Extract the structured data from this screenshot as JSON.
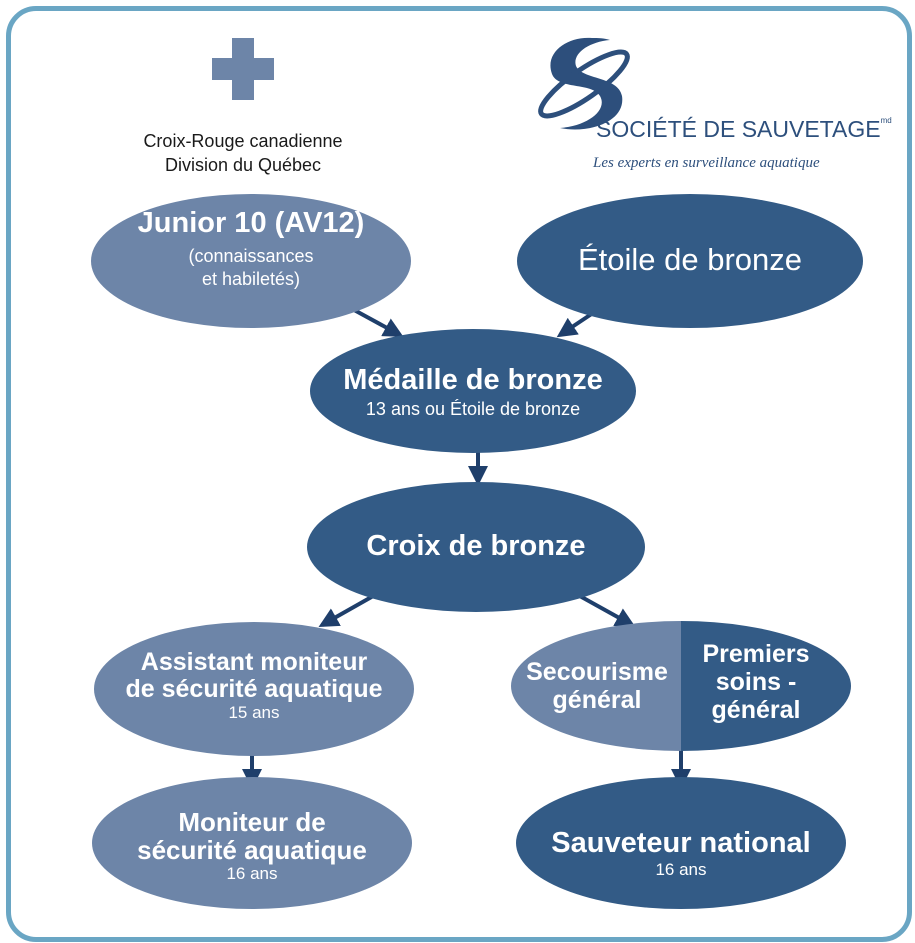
{
  "logos": {
    "red_cross": {
      "icon": "red-cross-icon",
      "line1": "Croix-Rouge canadienne",
      "line2": "Division du Québec"
    },
    "lifesaving": {
      "icon": "lifesaving-society-icon",
      "name": "SOCIÉTÉ DE SAUVETAGE",
      "mark": "md",
      "tagline": "Les experts en surveillance aquatique"
    }
  },
  "nodes": {
    "junior10": {
      "title": "Junior 10 (AV12)",
      "line2": "(connaissances",
      "line3": "et habiletés)"
    },
    "etoile": {
      "title": "Étoile de bronze"
    },
    "medaille": {
      "title": "Médaille de bronze",
      "sub": "13 ans ou Étoile de bronze"
    },
    "croix": {
      "title": "Croix de bronze"
    },
    "assistant": {
      "title1": "Assistant moniteur",
      "title2": "de sécurité aquatique",
      "sub": "15 ans"
    },
    "secourisme": {
      "left1": "Secourisme",
      "left2": "général",
      "right1": "Premiers",
      "right2": "soins -",
      "right3": "général"
    },
    "moniteur": {
      "title1": "Moniteur de",
      "title2": "sécurité aquatique",
      "sub": "16 ans"
    },
    "sauveteur": {
      "title": "Sauveteur national",
      "sub": "16 ans"
    }
  },
  "colors": {
    "light": "#6d85a8",
    "dark": "#335b86",
    "arrow": "#1f3f6b",
    "frame": "#6aa6c4"
  }
}
